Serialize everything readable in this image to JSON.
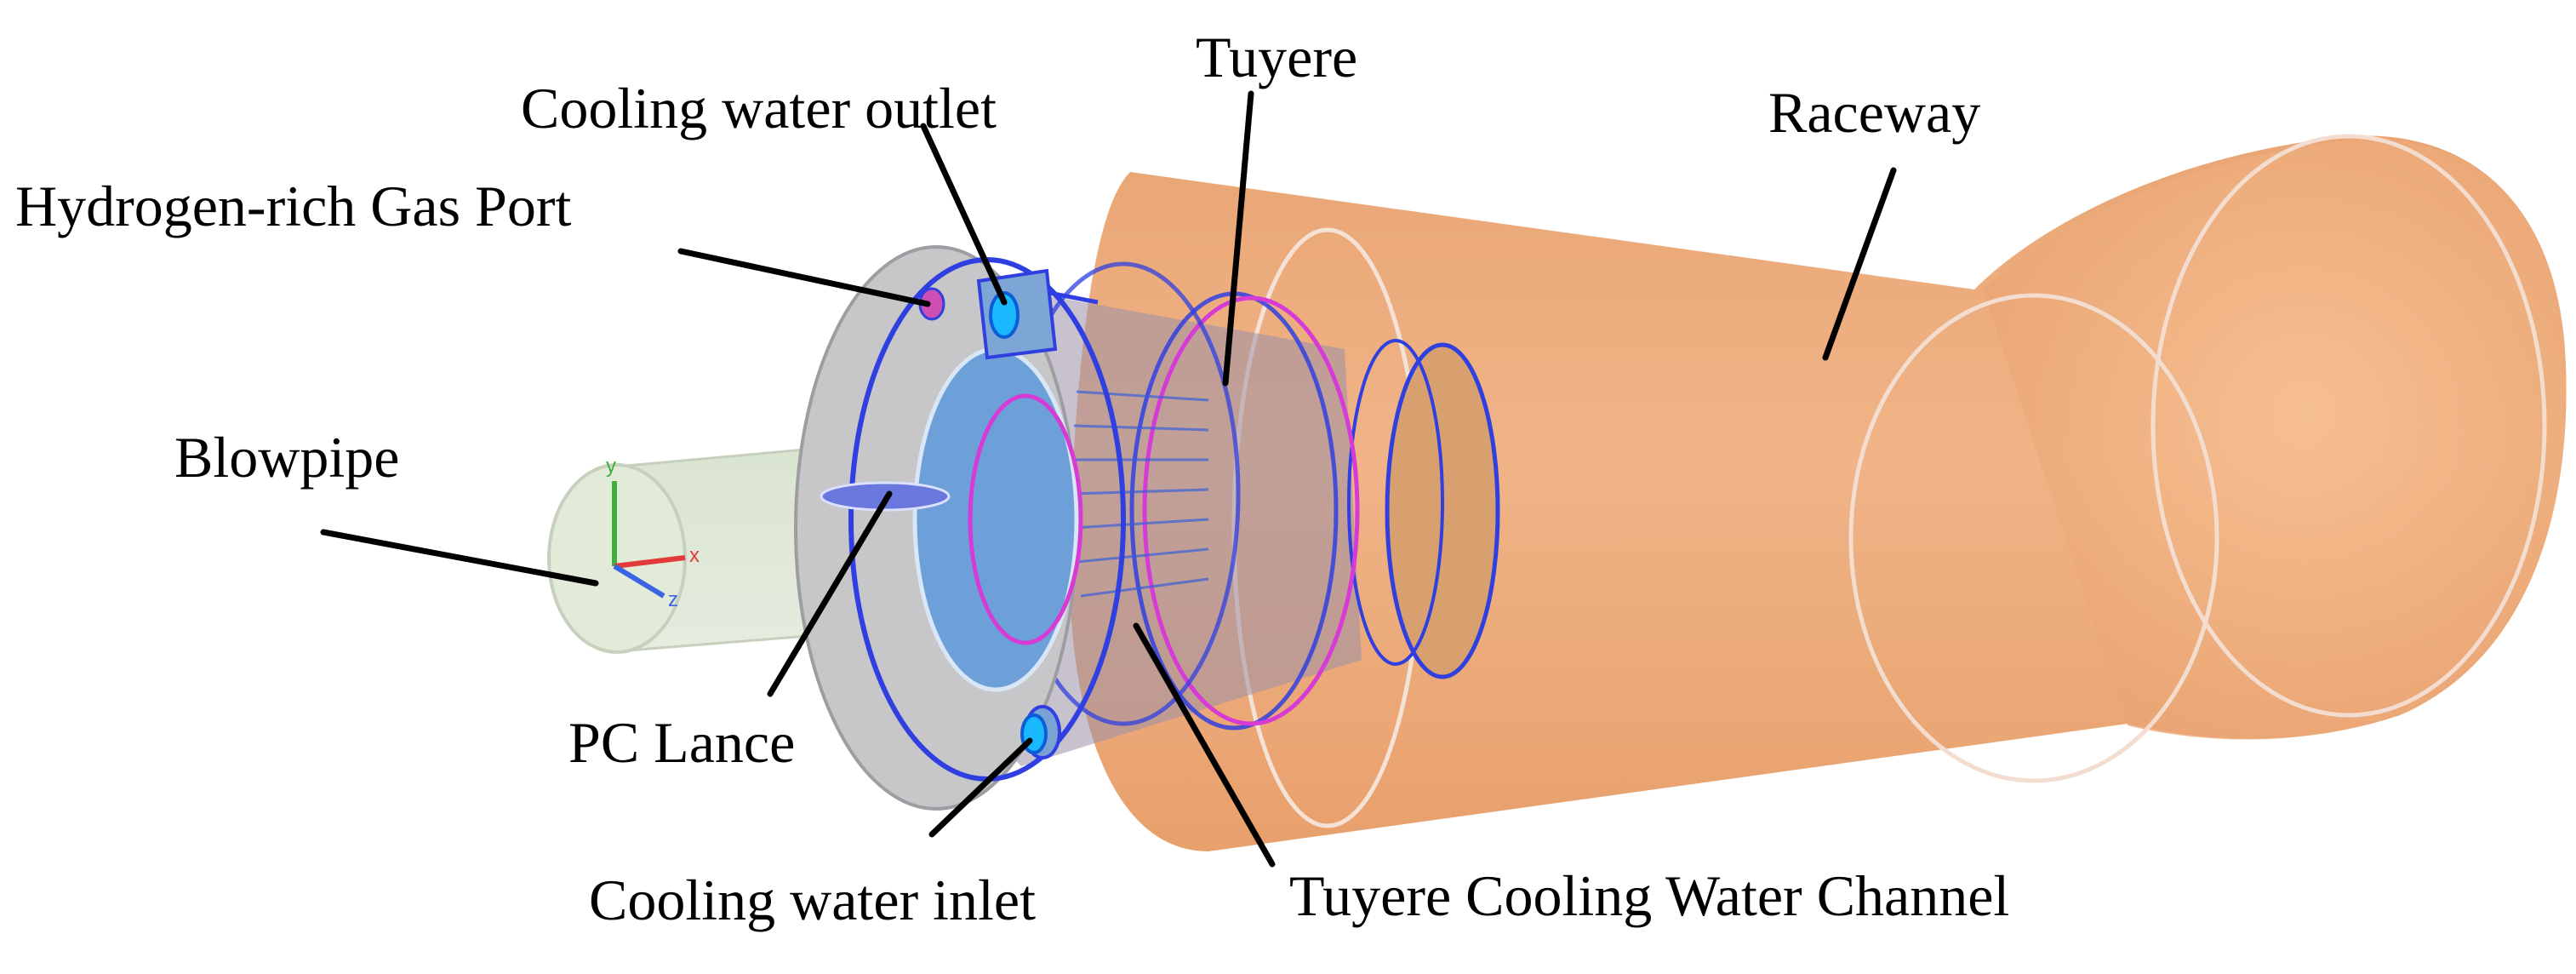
{
  "labels": {
    "tuyere": "Tuyere",
    "cooling_water_outlet": "Cooling water outlet",
    "raceway": "Raceway",
    "hydrogen_rich_gas_port": "Hydrogen-rich Gas Port",
    "blowpipe": "Blowpipe",
    "pc_lance": "PC Lance",
    "cooling_water_inlet": "Cooling water inlet",
    "tuyere_cooling_water_channel": "Tuyere Cooling Water Channel"
  },
  "axes_triad": {
    "x": "x",
    "y": "y",
    "z": "z"
  },
  "colors": {
    "raceway": "#efb07f",
    "tuyere": "#5a92d4",
    "tuyere_edges": "#2f3fe0",
    "channel_edges": "#d63bd6",
    "blowpipe": "#dce6d2",
    "flange": "#c7c7c9",
    "water_port": "#19b8ff"
  }
}
